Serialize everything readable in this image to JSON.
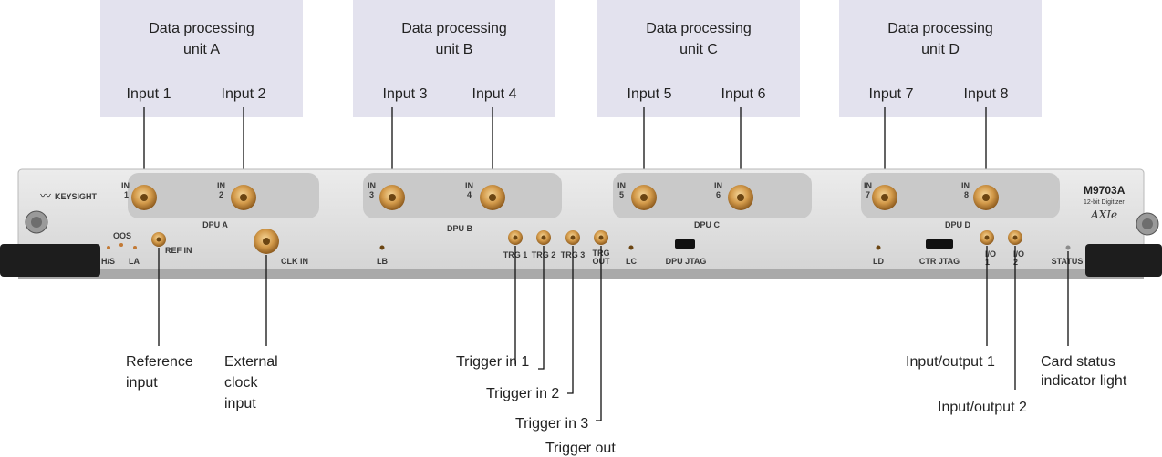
{
  "dpu_boxes": [
    {
      "title_line1": "Data processing",
      "title_line2": "unit A",
      "input_left": "Input 1",
      "input_right": "Input 2"
    },
    {
      "title_line1": "Data processing",
      "title_line2": "unit B",
      "input_left": "Input 3",
      "input_right": "Input 4"
    },
    {
      "title_line1": "Data processing",
      "title_line2": "unit C",
      "input_left": "Input 5",
      "input_right": "Input 6"
    },
    {
      "title_line1": "Data processing",
      "title_line2": "unit D",
      "input_left": "Input 7",
      "input_right": "Input 8"
    }
  ],
  "panel": {
    "brand": "KEYSIGHT",
    "model": "M9703A",
    "model_sub": "12-bit Digitizer",
    "platform": "AXIe",
    "connectors_in": [
      {
        "top": "IN",
        "num": "1"
      },
      {
        "top": "IN",
        "num": "2"
      },
      {
        "top": "IN",
        "num": "3"
      },
      {
        "top": "IN",
        "num": "4"
      },
      {
        "top": "IN",
        "num": "5"
      },
      {
        "top": "IN",
        "num": "6"
      },
      {
        "top": "IN",
        "num": "7"
      },
      {
        "top": "IN",
        "num": "8"
      }
    ],
    "dpu_labels": [
      "DPU A",
      "DPU B",
      "DPU C",
      "DPU D"
    ],
    "oos": "OOS",
    "hs": "H/S",
    "la": "LA",
    "ref_in": "REF IN",
    "clk_in": "CLK IN",
    "lb": "LB",
    "trg1": "TRG 1",
    "trg2": "TRG 2",
    "trg3": "TRG 3",
    "trg_out_l1": "TRG",
    "trg_out_l2": "OUT",
    "lc": "LC",
    "dpu_jtag": "DPU JTAG",
    "ld": "LD",
    "ctr_jtag": "CTR JTAG",
    "io1_l1": "I/O",
    "io1_l2": "1",
    "io2_l1": "I/O",
    "io2_l2": "2",
    "status": "STATUS"
  },
  "callouts": {
    "reference_input_l1": "Reference",
    "reference_input_l2": "input",
    "external_clock_l1": "External",
    "external_clock_l2": "clock",
    "external_clock_l3": "input",
    "trigger_in_1": "Trigger in 1",
    "trigger_in_2": "Trigger in 2",
    "trigger_in_3": "Trigger in 3",
    "trigger_out": "Trigger out",
    "io_1": "Input/output 1",
    "io_2": "Input/output 2",
    "card_status_l1": "Card status",
    "card_status_l2": "indicator light"
  },
  "colors": {
    "dpu_box": "#e3e2ee",
    "panel": "#dcdcdc",
    "recess": "#c9c9c9",
    "connector_gold": "#d39a4a",
    "line": "#111111"
  }
}
